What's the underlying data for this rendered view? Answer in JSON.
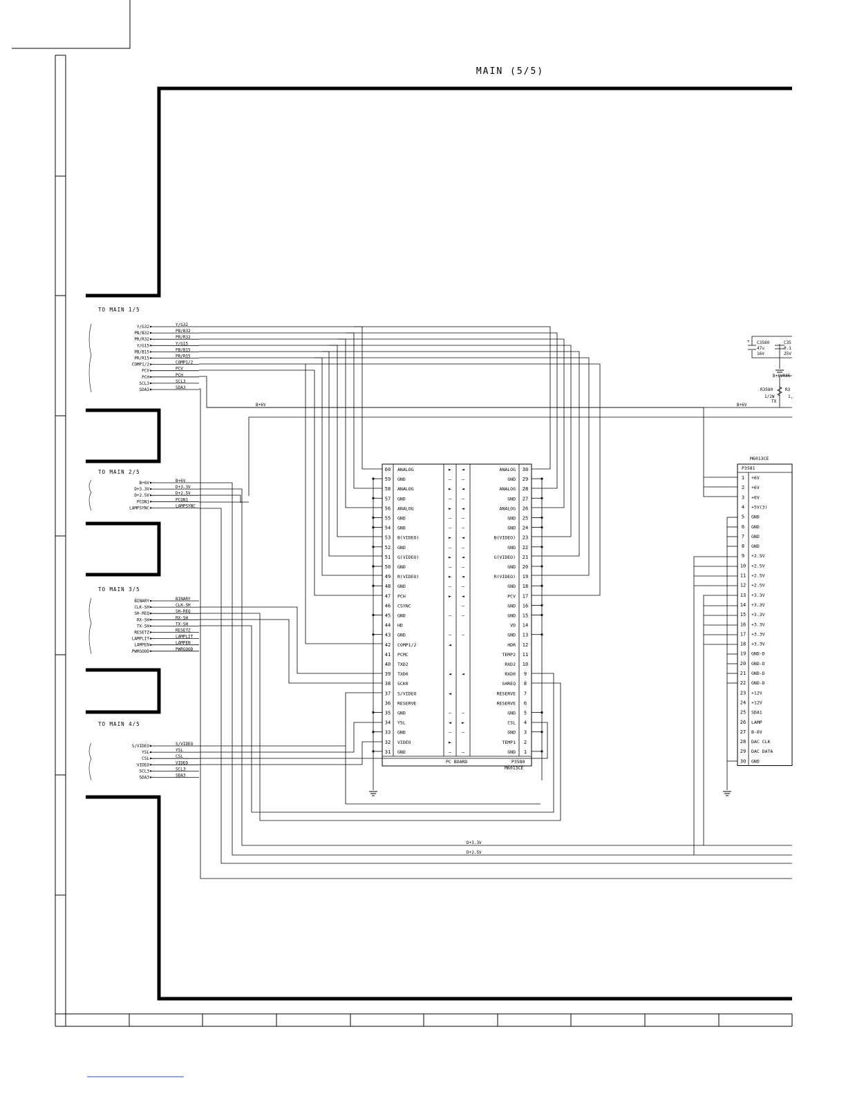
{
  "title": "MAIN (5/5)",
  "sections": [
    {
      "id": "m1",
      "label": "TO MAIN 1/5",
      "ports": [
        "Y/G32",
        "PB/B32",
        "PR/R32",
        "Y/G15",
        "PB/B15",
        "PR/R15",
        "COMP1/2",
        "PCV",
        "PCH",
        "SCL3",
        "SDA3"
      ]
    },
    {
      "id": "m2",
      "label": "TO MAIN 2/5",
      "ports": [
        "B+6V",
        "D+3.3V",
        "D+2.5V",
        "PCON1",
        "LAMPSYNC"
      ]
    },
    {
      "id": "m3",
      "label": "TO MAIN 3/5",
      "ports": [
        "BINARY",
        "CLK-SH",
        "SH-REQ",
        "RX-SH",
        "TX-SH",
        "RESETZ",
        "LAMPLIT",
        "LAMPEN",
        "PWRGOOD"
      ]
    },
    {
      "id": "m4",
      "label": "TO MAIN 4/5",
      "ports": [
        "S/VIDEO",
        "YSL",
        "CSL",
        "VIDEO",
        "SCL3",
        "SDA3"
      ]
    }
  ],
  "rails": {
    "b6v": "B+6V",
    "d33": "D+3.3V",
    "d25": "D+2.5V"
  },
  "connector_left": {
    "pins_left": [
      {
        "n": "60",
        "s": "ANALOG",
        "a1": "►",
        "a2": "◄"
      },
      {
        "n": "59",
        "s": "GND",
        "a1": "–",
        "a2": "–"
      },
      {
        "n": "58",
        "s": "ANALOG",
        "a1": "►",
        "a2": "◄"
      },
      {
        "n": "57",
        "s": "GND",
        "a1": "–",
        "a2": "–"
      },
      {
        "n": "56",
        "s": "ANALOG",
        "a1": "►",
        "a2": "◄"
      },
      {
        "n": "55",
        "s": "GND",
        "a1": "–",
        "a2": "–"
      },
      {
        "n": "54",
        "s": "GND",
        "a1": "–",
        "a2": "–"
      },
      {
        "n": "53",
        "s": "B(VIDEO)",
        "a1": "►",
        "a2": "◄"
      },
      {
        "n": "52",
        "s": "GND",
        "a1": "–",
        "a2": "–"
      },
      {
        "n": "51",
        "s": "G(VIDEO)",
        "a1": "►",
        "a2": "◄"
      },
      {
        "n": "50",
        "s": "GND",
        "a1": "–",
        "a2": "–"
      },
      {
        "n": "49",
        "s": "R(VIDEO)",
        "a1": "►",
        "a2": "◄"
      },
      {
        "n": "48",
        "s": "GND",
        "a1": "–",
        "a2": "–"
      },
      {
        "n": "47",
        "s": "PCH",
        "a1": "►",
        "a2": "◄"
      },
      {
        "n": "46",
        "s": "CSYNC",
        "a1": "",
        "a2": "–"
      },
      {
        "n": "45",
        "s": "GND",
        "a1": "–",
        "a2": "–"
      },
      {
        "n": "44",
        "s": "HD",
        "a1": "",
        "a2": ""
      },
      {
        "n": "43",
        "s": "GND",
        "a1": "–",
        "a2": "–"
      },
      {
        "n": "42",
        "s": "COMP1/2",
        "a1": "◄",
        "a2": ""
      },
      {
        "n": "41",
        "s": "PCMC",
        "a1": "",
        "a2": ""
      },
      {
        "n": "40",
        "s": "TXD2",
        "a1": "",
        "a2": ""
      },
      {
        "n": "39",
        "s": "TXD0",
        "a1": "◄",
        "a2": "◄"
      },
      {
        "n": "38",
        "s": "SCK0",
        "a1": "",
        "a2": ""
      },
      {
        "n": "37",
        "s": "S/VIDEO",
        "a1": "◄",
        "a2": ""
      },
      {
        "n": "36",
        "s": "RESERVE",
        "a1": "",
        "a2": ""
      },
      {
        "n": "35",
        "s": "GND",
        "a1": "–",
        "a2": "–"
      },
      {
        "n": "34",
        "s": "YSL",
        "a1": "◄",
        "a2": "►"
      },
      {
        "n": "33",
        "s": "GND",
        "a1": "–",
        "a2": "–"
      },
      {
        "n": "32",
        "s": "VIDEO",
        "a1": "►",
        "a2": ""
      },
      {
        "n": "31",
        "s": "GND",
        "a1": "–",
        "a2": "–"
      }
    ],
    "pins_right": [
      {
        "n": "30",
        "s": "ANALOG"
      },
      {
        "n": "29",
        "s": "GND"
      },
      {
        "n": "28",
        "s": "ANALOG"
      },
      {
        "n": "27",
        "s": "GND"
      },
      {
        "n": "26",
        "s": "ANALOG"
      },
      {
        "n": "25",
        "s": "GND"
      },
      {
        "n": "24",
        "s": "GND"
      },
      {
        "n": "23",
        "s": "B(VIDEO)"
      },
      {
        "n": "22",
        "s": "GND"
      },
      {
        "n": "21",
        "s": "G(VIDEO)"
      },
      {
        "n": "20",
        "s": "GND"
      },
      {
        "n": "19",
        "s": "R(VIDEO)"
      },
      {
        "n": "18",
        "s": "GND"
      },
      {
        "n": "17",
        "s": "PCV"
      },
      {
        "n": "16",
        "s": "GND"
      },
      {
        "n": "15",
        "s": "GND"
      },
      {
        "n": "14",
        "s": "VD"
      },
      {
        "n": "13",
        "s": "GND"
      },
      {
        "n": "12",
        "s": "HDR"
      },
      {
        "n": "11",
        "s": "TEMP2"
      },
      {
        "n": "10",
        "s": "RXD2"
      },
      {
        "n": "9",
        "s": "RXD0"
      },
      {
        "n": "8",
        "s": "SHREQ"
      },
      {
        "n": "7",
        "s": "RESERVE"
      },
      {
        "n": "6",
        "s": "RESERVE"
      },
      {
        "n": "5",
        "s": "GND"
      },
      {
        "n": "4",
        "s": "CSL"
      },
      {
        "n": "3",
        "s": "GND"
      },
      {
        "n": "2",
        "s": "TEMP1"
      },
      {
        "n": "1",
        "s": "GND"
      }
    ],
    "footer_label": "PC BOARD",
    "part": "P3580",
    "model": "M6013CE"
  },
  "connector_right": {
    "model": "M6013CE",
    "part": "P3581",
    "pins": [
      {
        "n": "1",
        "s": "+6V"
      },
      {
        "n": "2",
        "s": "+6V"
      },
      {
        "n": "3",
        "s": "+6V"
      },
      {
        "n": "4",
        "s": "+5V(3)"
      },
      {
        "n": "5",
        "s": "GND"
      },
      {
        "n": "6",
        "s": "GND"
      },
      {
        "n": "7",
        "s": "GND"
      },
      {
        "n": "8",
        "s": "GND"
      },
      {
        "n": "9",
        "s": "+2.5V"
      },
      {
        "n": "10",
        "s": "+2.5V"
      },
      {
        "n": "11",
        "s": "+2.5V"
      },
      {
        "n": "12",
        "s": "+2.5V"
      },
      {
        "n": "13",
        "s": "+3.3V"
      },
      {
        "n": "14",
        "s": "+3.3V"
      },
      {
        "n": "15",
        "s": "+3.3V"
      },
      {
        "n": "16",
        "s": "+3.3V"
      },
      {
        "n": "17",
        "s": "+3.3V"
      },
      {
        "n": "18",
        "s": "+3.3V"
      },
      {
        "n": "19",
        "s": "GND-D"
      },
      {
        "n": "20",
        "s": "GND-D"
      },
      {
        "n": "21",
        "s": "GND-D"
      },
      {
        "n": "22",
        "s": "GND-D"
      },
      {
        "n": "23",
        "s": "+12V"
      },
      {
        "n": "24",
        "s": "+12V"
      },
      {
        "n": "25",
        "s": "SDA1"
      },
      {
        "n": "26",
        "s": "LAMP"
      },
      {
        "n": "27",
        "s": "B-6V"
      },
      {
        "n": "28",
        "s": "DAC CLK"
      },
      {
        "n": "29",
        "s": "DAC DATA"
      },
      {
        "n": "30",
        "s": "GND"
      }
    ]
  },
  "components": {
    "c3580": [
      "C3580",
      "47u",
      "16V"
    ],
    "c35x": [
      "C35",
      "0.1",
      "25V"
    ],
    "b6vr": "B+6VR35",
    "r3580": [
      "R3580",
      "1/2W",
      "TX"
    ],
    "r3x": [
      "R3",
      "1,"
    ]
  }
}
